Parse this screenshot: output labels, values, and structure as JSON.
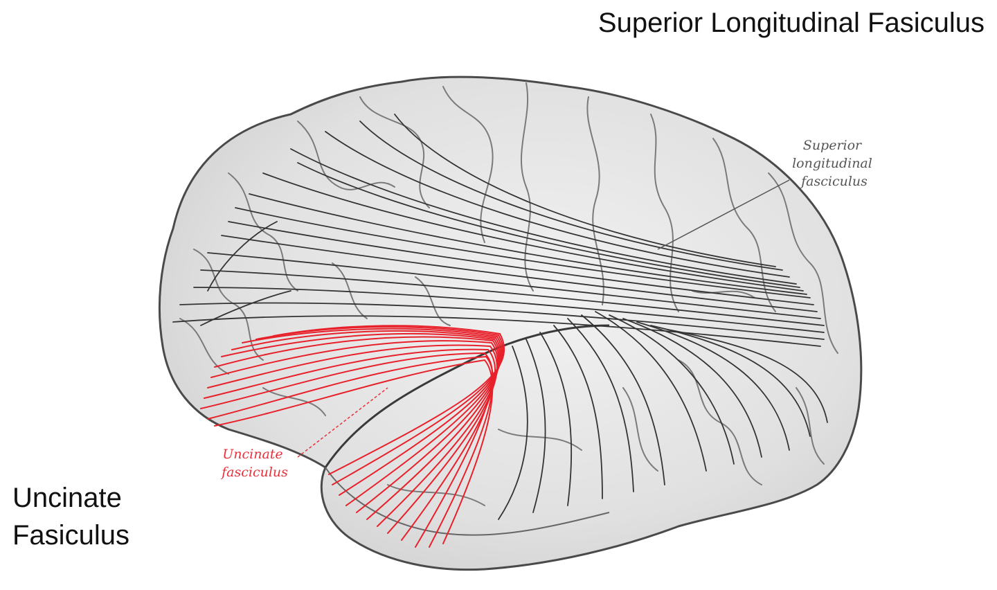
{
  "captions": {
    "superior": "Superior Longitudinal Fasiculus",
    "uncinate_line1": "Uncinate",
    "uncinate_line2": "Fasiculus"
  },
  "annotations": {
    "superior": [
      "Superior",
      "longitudinal",
      "fasciculus"
    ],
    "uncinate": [
      "Uncinate",
      "fasciculus"
    ]
  },
  "colors": {
    "background": "#ffffff",
    "brain_fill": "#e4e4e4",
    "brain_outline": "#4a4a4a",
    "gyri_lines": "#777777",
    "superior_fibers": "#333333",
    "uncinate_fibers": "#e8202a",
    "annotation_dark": "#555555",
    "annotation_red": "#e8303a"
  }
}
